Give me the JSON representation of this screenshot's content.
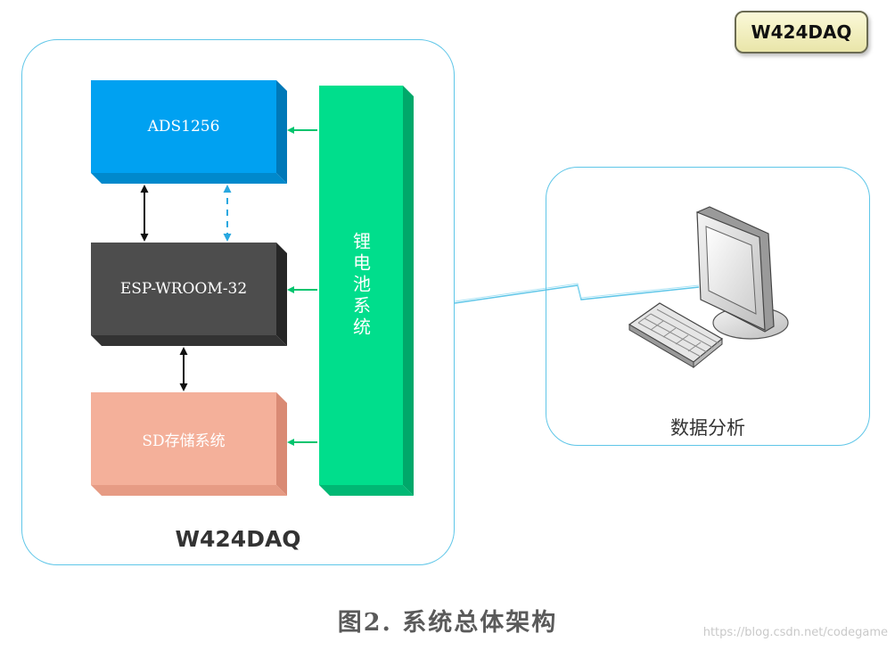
{
  "badge": {
    "label": "W424DAQ"
  },
  "system": {
    "label": "W424DAQ",
    "blocks": {
      "adc": "ADS1256",
      "mcu": "ESP-WROOM-32",
      "storage": "SD存储系统",
      "battery": "锂电池系统"
    }
  },
  "analysis": {
    "label": "数据分析"
  },
  "caption": "图2. 系统总体架构",
  "watermark": "https://blog.csdn.net/codegame",
  "colors": {
    "adc": "#00a1f1",
    "mcu": "#4d4d4d",
    "storage": "#f4b09a",
    "battery": "#00de8c",
    "power_arrow": "#00c46e",
    "dashed_arrow": "#29a8e0",
    "container_border": "#5fc6e8"
  }
}
